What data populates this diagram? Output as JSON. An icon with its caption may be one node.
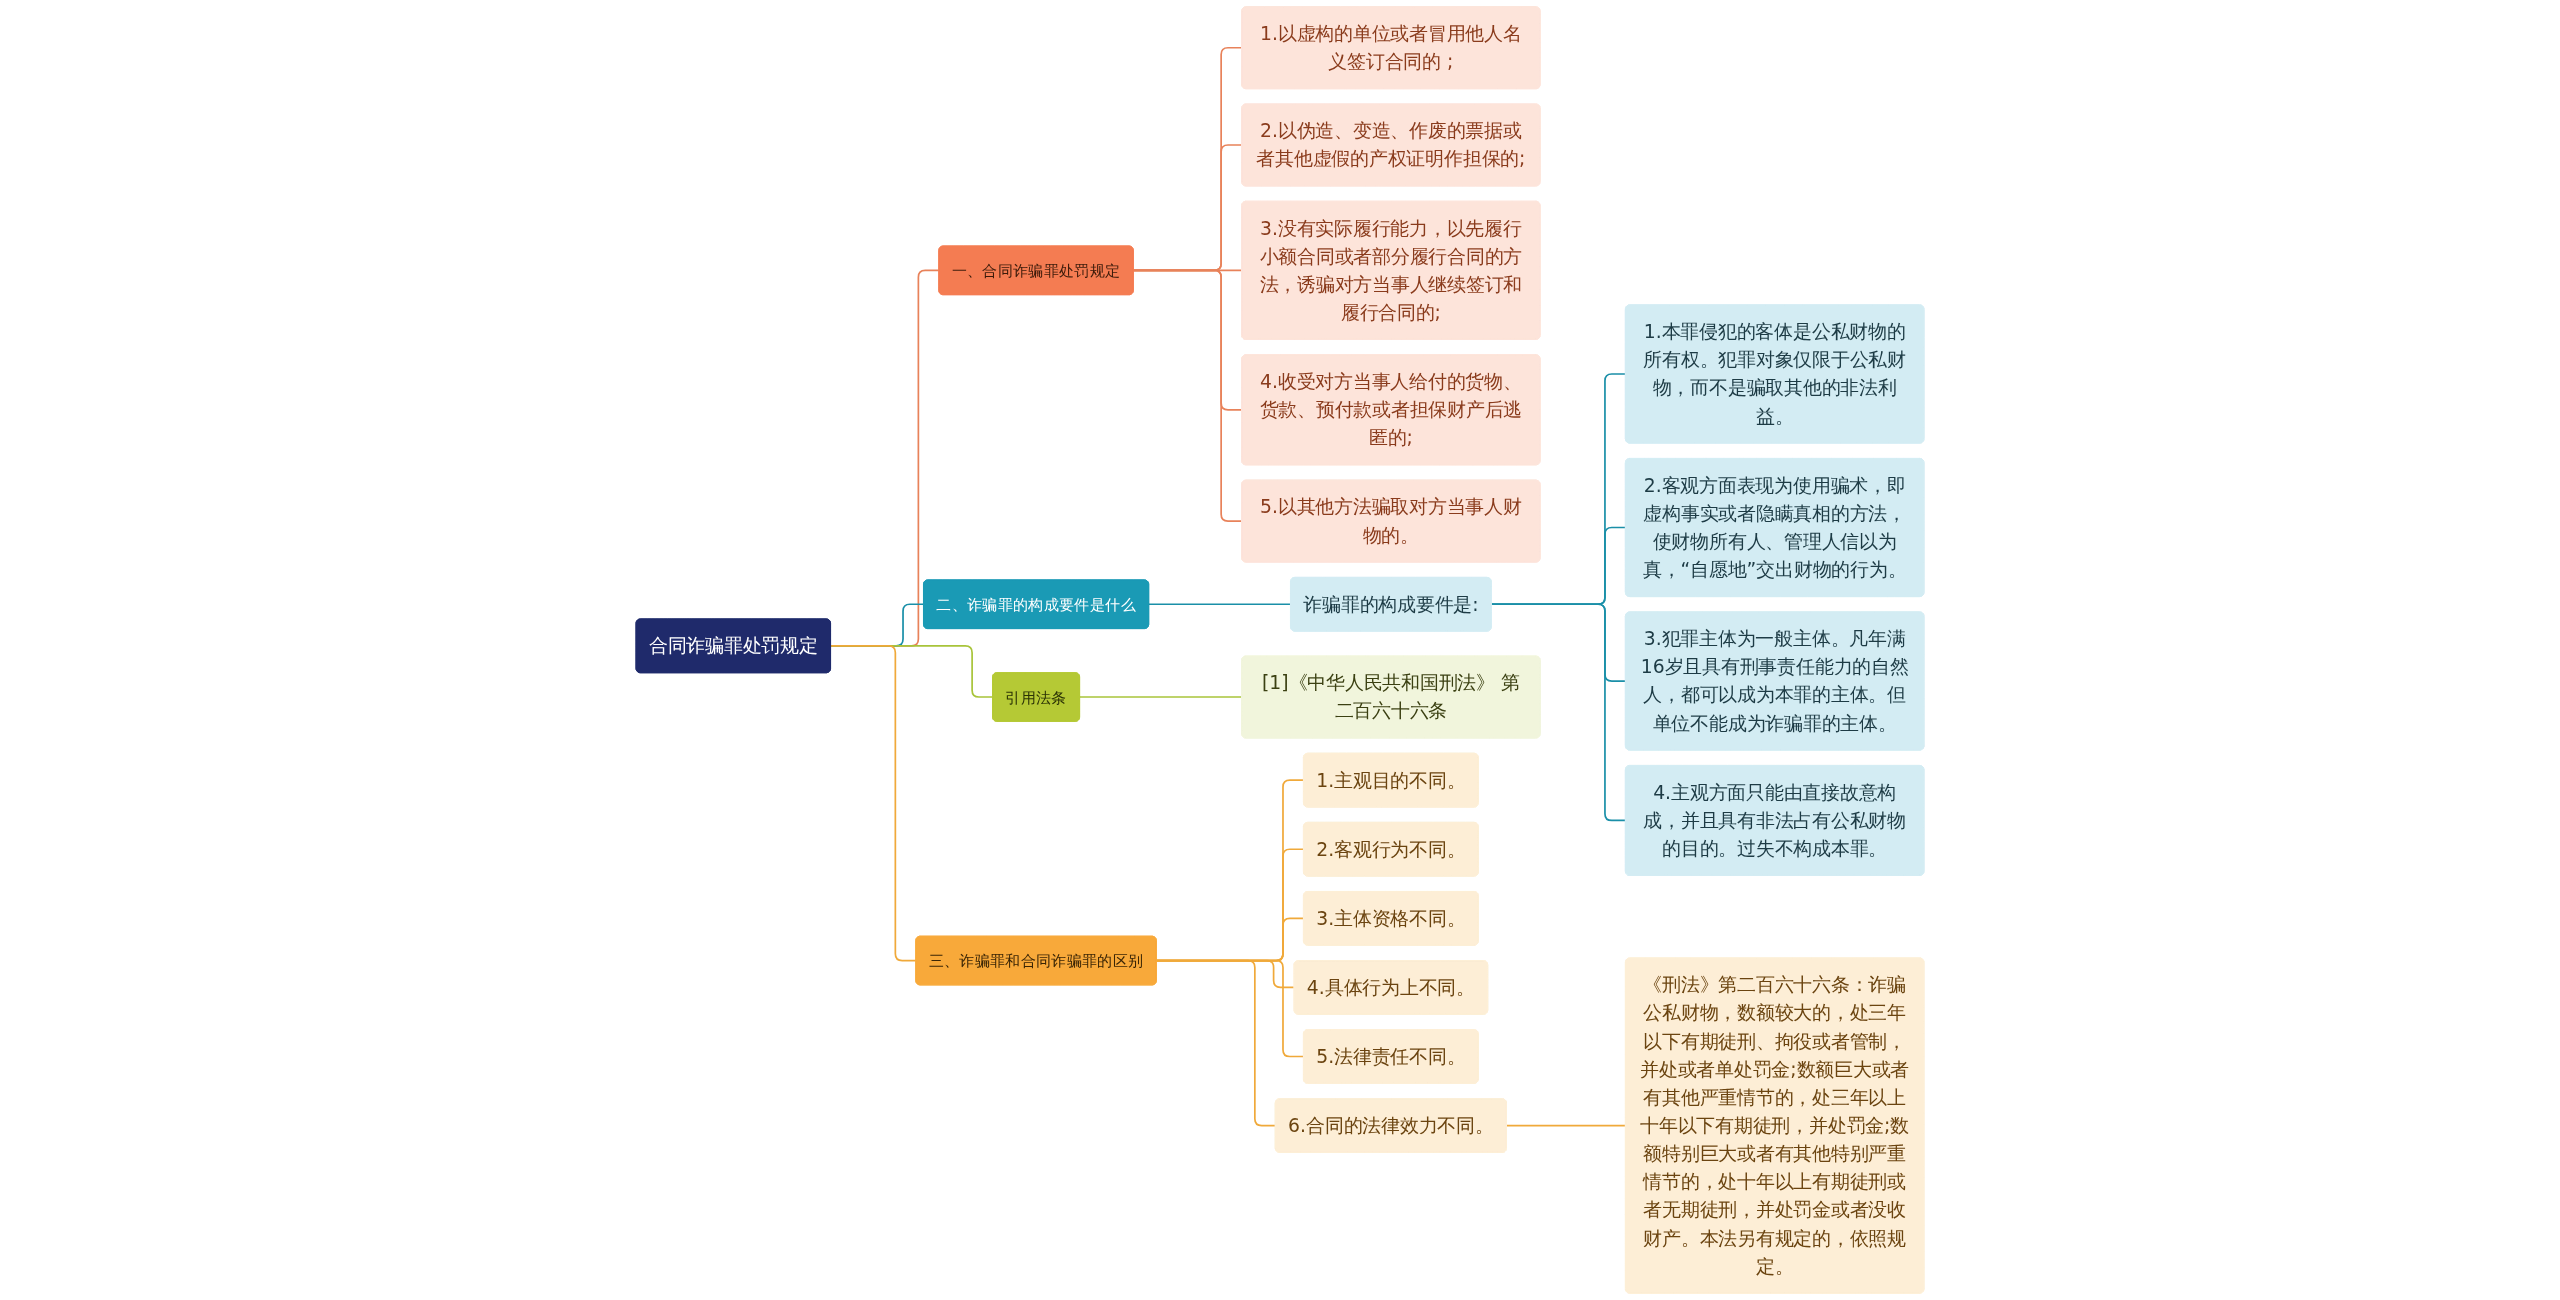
{
  "diagram": {
    "nodes": [
      {
        "text": [
          "合同诈骗罪处罚规定"
        ]
      },
      {
        "text": [
          "一、合同诈骗罪处罚规定"
        ]
      },
      {
        "text": [
          "1.以虚构的单位或者冒用他人名义签订合同的 ;"
        ]
      },
      {
        "text": [
          "2.以伪造、变造、作废的票据或者其他虚假的产权证明作担保的;"
        ]
      },
      {
        "text": [
          "3.没有实际履行能力，以先履行小额合同或者部分履行合同的方法，诱骗对方当事人继续签订和履行合同的;"
        ]
      },
      {
        "text": [
          "4.收受对方当事人给付的货物、货款、预付款或者担保财产后逃匿的;"
        ]
      },
      {
        "text": [
          "5.以其他方法骗取对方当事人财物的。"
        ]
      },
      {
        "text": [
          "二、诈骗罪的构成要件是什么"
        ]
      },
      {
        "text": [
          "诈骗罪的构成要件是:"
        ]
      },
      {
        "text": [
          "1.本罪侵犯的客体是公私财物的所有权。犯罪对象仅限于公私财物，而不是骗取其他的非法利益。"
        ]
      },
      {
        "text": [
          "2.客观方面表现为使用骗术，即虚构事实或者隐瞒真相的方法，使财物所有人、管理人信以为真，“自愿地”交出财物的行为。"
        ]
      },
      {
        "text": [
          "3.犯罪主体为一般主体。凡年满16岁且具有刑事责任能力的自然人，都可以成为本罪的主体。但单位不能成为诈骗罪的主体。"
        ]
      },
      {
        "text": [
          "4.主观方面只能由直接故意构成，并且具有非法占有公私财物的目的。过失不构成本罪。"
        ]
      },
      {
        "text": [
          "引用法条"
        ]
      },
      {
        "text": [
          "[1]《中华人民共和国刑法》 第二百六十六条"
        ]
      },
      {
        "text": [
          "三、诈骗罪和合同诈骗罪的区别"
        ]
      },
      {
        "text": [
          "1.主观目的不同。"
        ]
      },
      {
        "text": [
          "2.客观行为不同。"
        ]
      },
      {
        "text": [
          "3.主体资格不同。"
        ]
      },
      {
        "text": [
          "4.具体行为上不同。"
        ]
      },
      {
        "text": [
          "5.法律责任不同。"
        ]
      },
      {
        "text": [
          "6.合同的法律效力不同。"
        ]
      },
      {
        "text": [
          "《刑法》第二百六十六条：诈骗公私财物，数额较大的，处三年以下有期徒刑、拘役或者管制，并处或者单处罚金;数额巨大或者有其他严重情节的，处三年以上十年以下有期徒刑，并处罚金;数额特别巨大或者有其他特别严重情节的，处十年以上有期徒刑或者无期徒刑，并处罚金或者没收财产。本法另有规定的，依照规定。"
        ]
      }
    ],
    "edges": [
      {
        "from": 0,
        "to": 1,
        "arrow": "none",
        "color": "#e8825a"
      },
      {
        "from": 1,
        "to": 2,
        "arrow": "none",
        "color": "#e8825a"
      },
      {
        "from": 1,
        "to": 3,
        "arrow": "none",
        "color": "#e8825a"
      },
      {
        "from": 1,
        "to": 4,
        "arrow": "none",
        "color": "#e8825a"
      },
      {
        "from": 1,
        "to": 5,
        "arrow": "none",
        "color": "#e8825a"
      },
      {
        "from": 1,
        "to": 6,
        "arrow": "none",
        "color": "#e8825a"
      },
      {
        "from": 0,
        "to": 7,
        "arrow": "none",
        "color": "#1a8fa8"
      },
      {
        "from": 7,
        "to": 8,
        "arrow": "none",
        "color": "#1a8fa8"
      },
      {
        "from": 8,
        "to": 9,
        "arrow": "none",
        "color": "#1a8fa8"
      },
      {
        "from": 8,
        "to": 10,
        "arrow": "none",
        "color": "#1a8fa8"
      },
      {
        "from": 8,
        "to": 11,
        "arrow": "none",
        "color": "#1a8fa8"
      },
      {
        "from": 8,
        "to": 12,
        "arrow": "none",
        "color": "#1a8fa8"
      },
      {
        "from": 0,
        "to": 13,
        "arrow": "none",
        "color": "#a8c43a"
      },
      {
        "from": 13,
        "to": 14,
        "arrow": "none",
        "color": "#a8c43a"
      },
      {
        "from": 0,
        "to": 15,
        "arrow": "none",
        "color": "#f0a93a"
      },
      {
        "from": 15,
        "to": 16,
        "arrow": "none",
        "color": "#f0a93a"
      },
      {
        "from": 15,
        "to": 17,
        "arrow": "none",
        "color": "#f0a93a"
      },
      {
        "from": 15,
        "to": 18,
        "arrow": "none",
        "color": "#f0a93a"
      },
      {
        "from": 15,
        "to": 19,
        "arrow": "none",
        "color": "#f0a93a"
      },
      {
        "from": 15,
        "to": 20,
        "arrow": "none",
        "color": "#f0a93a"
      },
      {
        "from": 15,
        "to": 21,
        "arrow": "none",
        "color": "#f0a93a"
      },
      {
        "from": 21,
        "to": 22,
        "arrow": "none",
        "color": "#f0a93a"
      }
    ]
  }
}
